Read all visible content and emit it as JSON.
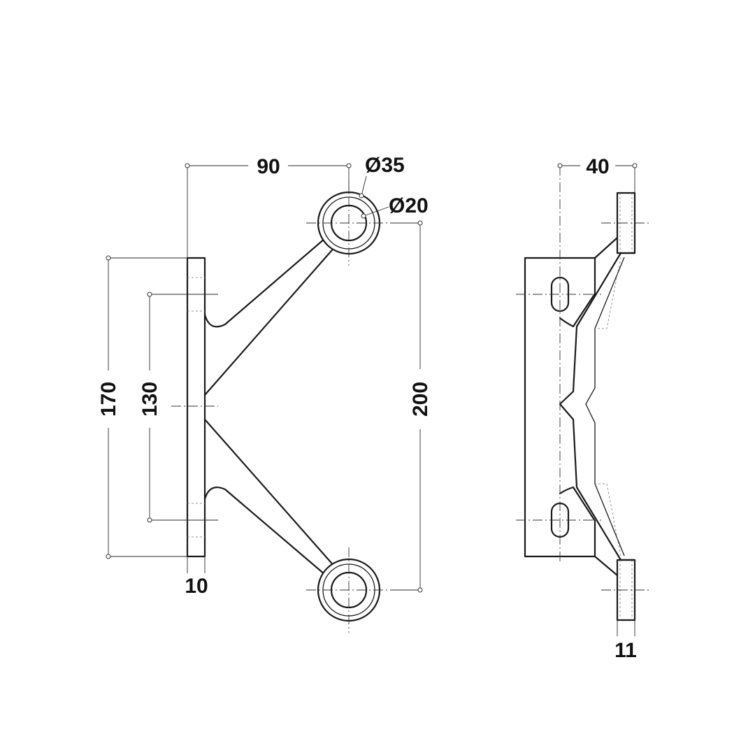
{
  "dimensions": {
    "width_90": "90",
    "hole_outer": "Ø35",
    "hole_inner": "Ø20",
    "height_170": "170",
    "height_130": "130",
    "height_200": "200",
    "plate_10": "10",
    "depth_40": "40",
    "plate_11": "11"
  },
  "colors": {
    "line": "#1a1a1a",
    "background": "#ffffff"
  }
}
